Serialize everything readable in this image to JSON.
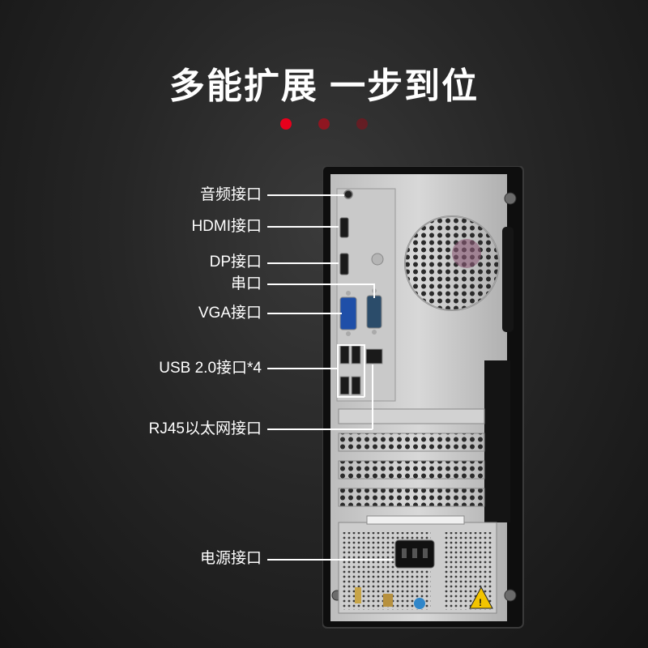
{
  "header": {
    "title": "多能扩展 一步到位"
  },
  "callouts": {
    "audio": "音频接口",
    "hdmi": "HDMI接口",
    "dp": "DP接口",
    "serial": "串口",
    "vga": "VGA接口",
    "usb": "USB 2.0接口*4",
    "rj45": "RJ45以太网接口",
    "power": "电源接口"
  },
  "colors": {
    "background": "#1e1e1e",
    "accent_dot": "#e8001c",
    "text": "#ffffff"
  }
}
